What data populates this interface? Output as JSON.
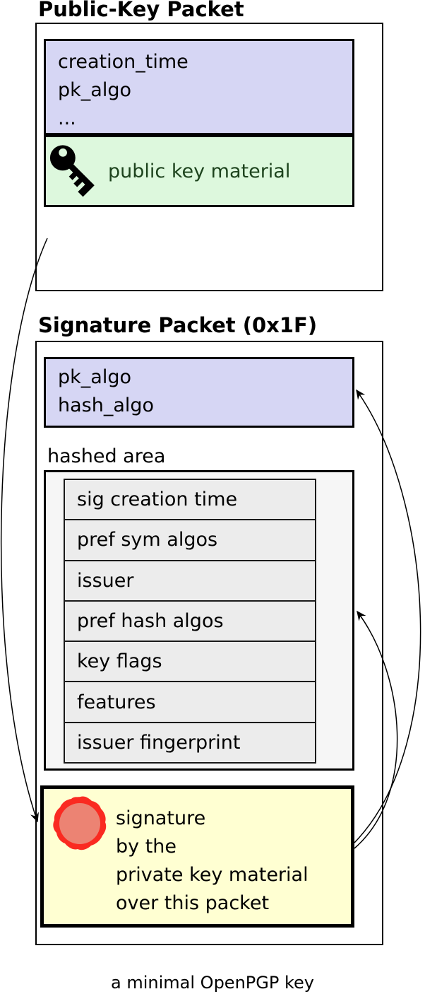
{
  "caption": "a minimal OpenPGP key",
  "colors": {
    "fields-bg": "#d6d6f4",
    "material-bg": "#ddf8dd",
    "material-text": "#1d431d",
    "hashed-bg": "#f6f6f6",
    "row-bg": "#ececec",
    "signature-bg": "#ffffd2",
    "seal-ring": "#fa2a21",
    "seal-fill": "#ec8373",
    "line": "#000000"
  },
  "public_key_packet": {
    "title": "Public-Key Packet",
    "fields": [
      "creation_time",
      "pk_algo",
      "..."
    ],
    "material_label": "public key material",
    "material_icon": "key-icon"
  },
  "signature_packet": {
    "title": "Signature Packet (0x1F)",
    "fields": [
      "pk_algo",
      "hash_algo"
    ],
    "hashed_area_label": "hashed area",
    "hashed_subpackets": [
      "sig creation time",
      "pref sym algos",
      "issuer",
      "pref hash algos",
      "key flags",
      "features",
      "issuer fingerprint"
    ],
    "signature_lines": [
      "signature",
      "by the",
      "private key material",
      "over this packet"
    ],
    "signature_icon": "seal-icon"
  }
}
